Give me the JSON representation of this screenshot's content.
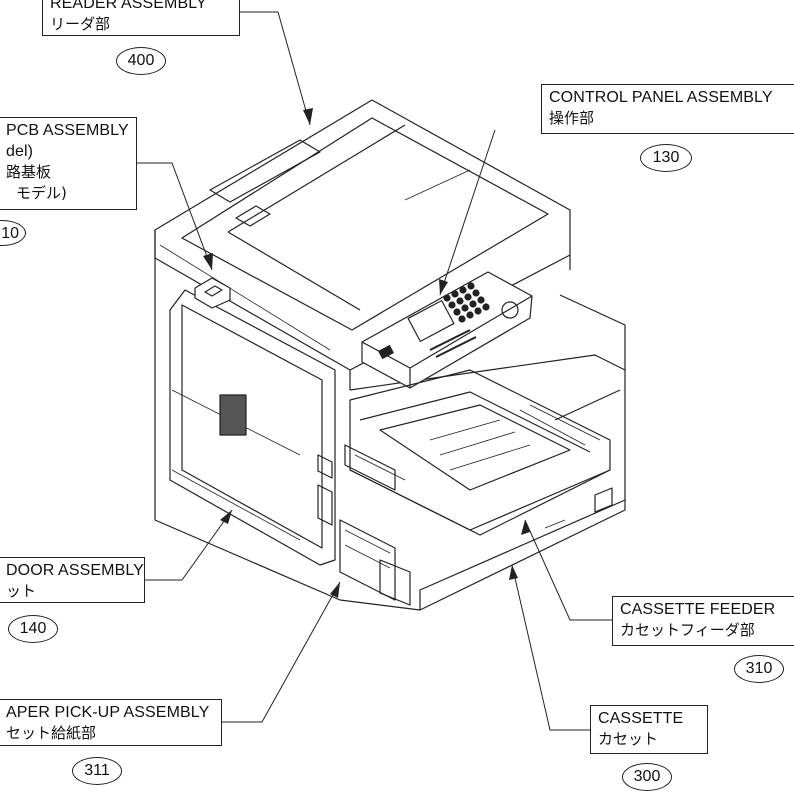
{
  "figure": {
    "callouts": [
      {
        "id": "reader",
        "en": "READER ASSEMBLY",
        "jp": "リーダ部",
        "ref": "400"
      },
      {
        "id": "pcb",
        "en": "PCB ASSEMBLY",
        "en2": "del)",
        "jp": "路基板",
        "jp2": "モデル)",
        "ref": "10"
      },
      {
        "id": "control-panel",
        "en": "CONTROL PANEL ASSEMBLY",
        "jp": "操作部",
        "ref": "130"
      },
      {
        "id": "door",
        "en": "DOOR ASSEMBLY",
        "jp": "ット",
        "ref": "140"
      },
      {
        "id": "paper-pickup",
        "en": "APER PICK-UP ASSEMBLY",
        "jp": "セット給紙部",
        "ref": "311"
      },
      {
        "id": "cassette-feeder",
        "en": "CASSETTE FEEDER",
        "jp": "カセットフィーダ部",
        "ref": "310"
      },
      {
        "id": "cassette",
        "en": "CASSETTE",
        "jp": "カセット",
        "ref": "300"
      }
    ]
  }
}
